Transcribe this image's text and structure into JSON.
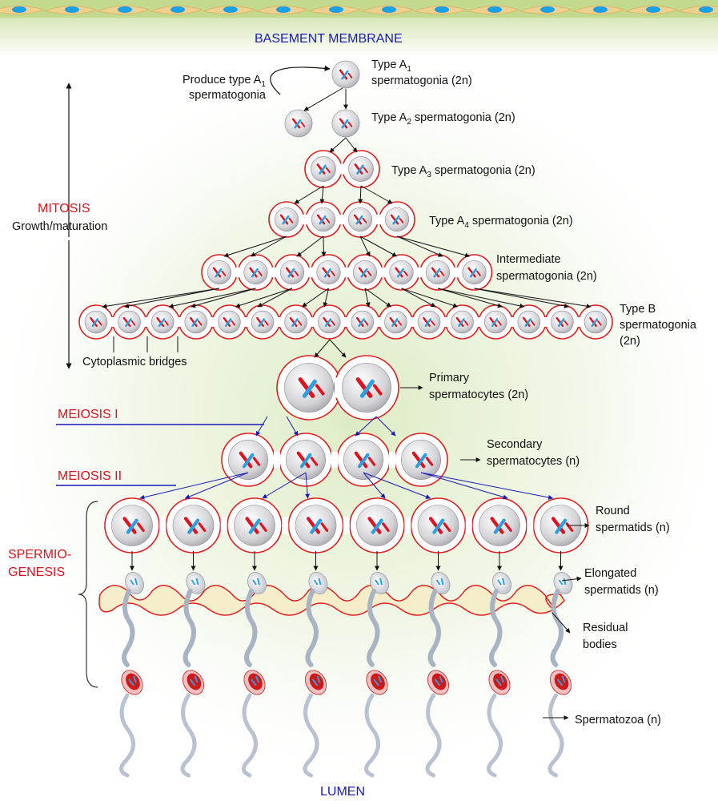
{
  "top_label": "BASEMENT MEMBRANE",
  "bottom_label": "LUMEN",
  "phases": {
    "mitosis": "MITOSIS",
    "growth": "Growth/maturation",
    "meiosis_1": "MEIOSIS I",
    "meiosis_2": "MEIOSIS II",
    "spermiogenesis_1": "SPERMIO-",
    "spermiogenesis_2": "GENESIS"
  },
  "labels": {
    "self_renewal_1": "Produce type A",
    "self_renewal_sub": "1",
    "self_renewal_2": "spermatogonia",
    "a1_type": "Type A",
    "a1_sub": "1",
    "a1_rest": "spermatogonia (2n)",
    "a2_type": "Type A",
    "a2_sub": "2",
    "a2_rest": " spermatogonia (2n)",
    "a3_type": "Type A",
    "a3_sub": "3",
    "a3_rest": " spermatogonia (2n)",
    "a4_type": "Type A",
    "a4_sub": "4",
    "a4_rest": " spermatogonia (2n)",
    "intermediate_1": "Intermediate",
    "intermediate_2": "spermatogonia  (2n)",
    "typeb_1": "Type B",
    "typeb_2": "spermatogonia",
    "typeb_3": "(2n)",
    "bridges": "Cytoplasmic bridges",
    "primary_1": "Primary",
    "primary_2": "spermatocytes (2n)",
    "secondary_1": "Secondary",
    "secondary_2": "spermatocytes (n)",
    "round_1": "Round",
    "round_2": "spermatids (n)",
    "elongated_1": "Elongated",
    "elongated_2": "spermatids (n)",
    "residual_1": "Residual",
    "residual_2": "bodies",
    "spermatozoa": "Spermatozoa (n)"
  },
  "colors": {
    "phase_red": "#e3101d",
    "membrane_blue": "#1a1ab8",
    "cell_border": "#e02020",
    "chromosome_red": "#e3101d",
    "chromosome_blue": "#2aa0e0",
    "sertoli_green": "#c7dea0"
  }
}
